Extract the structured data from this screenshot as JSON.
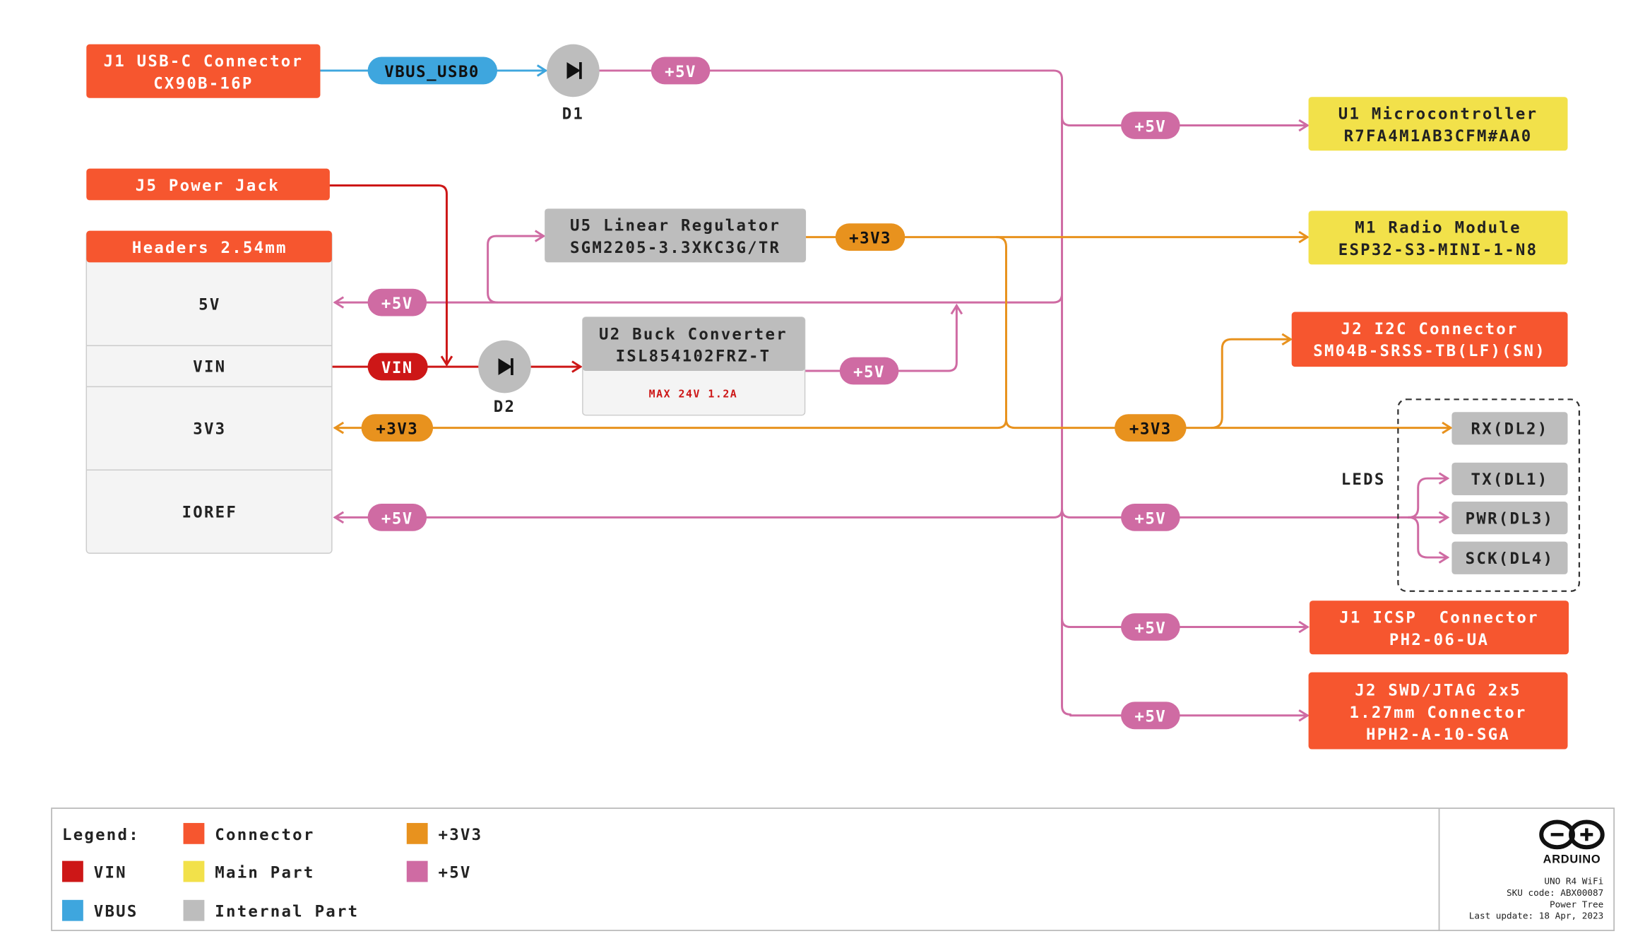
{
  "colors": {
    "connector": "#F6562F",
    "main_part": "#F2E14A",
    "internal": "#BDBDBD",
    "vin": "#CD1717",
    "vbus": "#3EA6DE",
    "v3v3": "#E8921E",
    "v5": "#CF6BA3",
    "text_dark": "#222222",
    "text_light": "#ffffff"
  },
  "components": {
    "j1_usbc": {
      "line1": "J1 USB-C Connector",
      "line2": "CX90B-16P"
    },
    "j5_power": {
      "line1": "J5 Power Jack"
    },
    "headers": {
      "title": "Headers 2.54mm",
      "rows": [
        "5V",
        "VIN",
        "3V3",
        "IOREF"
      ]
    },
    "u5": {
      "line1": "U5 Linear Regulator",
      "line2": "SGM2205-3.3XKC3G/TR"
    },
    "u2": {
      "line1": "U2 Buck Converter",
      "line2": "ISL854102FRZ-T",
      "note": "MAX 24V 1.2A"
    },
    "u1": {
      "line1": "U1 Microcontroller",
      "line2": "R7FA4M1AB3CFM#AA0"
    },
    "m1": {
      "line1": "M1 Radio Module",
      "line2": "ESP32-S3-MINI-1-N8"
    },
    "j2_i2c": {
      "line1": "J2 I2C Connector",
      "line2": "SM04B-SRSS-TB(LF)(SN)"
    },
    "j1_icsp": {
      "line1": "J1 ICSP  Connector",
      "line2": "PH2-06-UA"
    },
    "j2_swd": {
      "line1": "J2 SWD/JTAG 2x5",
      "line2": "1.27mm Connector",
      "line3": "HPH2-A-10-SGA"
    },
    "d1": {
      "label": "D1"
    },
    "d2": {
      "label": "D2"
    }
  },
  "leds": {
    "group_label": "LEDS",
    "items": [
      "RX(DL2)",
      "TX(DL1)",
      "PWR(DL3)",
      "SCK(DL4)"
    ]
  },
  "nets": {
    "vbus_usb0": "VBUS_USB0",
    "v5": "+5V",
    "v3v3": "+3V3",
    "vin": "VIN"
  },
  "legend": {
    "title": "Legend:",
    "entries": [
      {
        "label": "Connector",
        "color": "#F6562F"
      },
      {
        "label": "+3V3",
        "color": "#E8921E"
      },
      {
        "label": "VIN",
        "color": "#CD1717"
      },
      {
        "label": "Main Part",
        "color": "#F2E14A"
      },
      {
        "label": "+5V",
        "color": "#CF6BA3"
      },
      {
        "label": "VBUS",
        "color": "#3EA6DE"
      },
      {
        "label": "Internal Part",
        "color": "#BDBDBD"
      }
    ]
  },
  "footer": {
    "brand": "ARDUINO",
    "product": "UNO R4 WiFi",
    "sku": "SKU code: ABX00087",
    "doc": "Power Tree",
    "updated": "Last update: 18 Apr, 2023"
  }
}
